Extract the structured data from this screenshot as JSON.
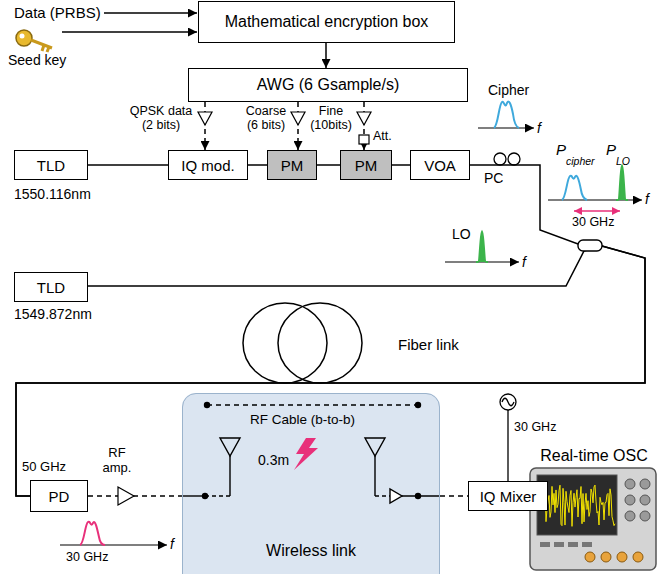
{
  "diagram": {
    "nodes": [
      {
        "text": [
          "Mathematical encryption box"
        ]
      },
      {
        "text": [
          "AWG (6 Gsample/s)"
        ]
      },
      {
        "text": [
          "TLD"
        ]
      },
      {
        "text": [
          "IQ mod."
        ]
      },
      {
        "text": [
          "PM"
        ]
      },
      {
        "text": [
          "PM"
        ]
      },
      {
        "text": [
          "VOA"
        ]
      },
      {
        "text": [
          "TLD"
        ]
      },
      {
        "text": [
          "PD"
        ]
      },
      {
        "text": [
          "Wireless link"
        ]
      },
      {
        "text": [
          "IQ Mixer"
        ]
      },
      {
        "text": [
          "Real-time OSC"
        ]
      }
    ],
    "edges": [
      {
        "from": 0,
        "to": 1,
        "arrow": "to"
      },
      {
        "from": 1,
        "to": 3,
        "label": "QPSK data (2 bits)",
        "arrow": "to"
      },
      {
        "from": 1,
        "to": 4,
        "label": "Coarse (6 bits)",
        "arrow": "to"
      },
      {
        "from": 1,
        "to": 5,
        "label": "Fine (10bits)",
        "arrow": "to"
      },
      {
        "from": 2,
        "to": 3,
        "arrow": "none"
      },
      {
        "from": 3,
        "to": 4,
        "arrow": "none"
      },
      {
        "from": 4,
        "to": 5,
        "arrow": "none"
      },
      {
        "from": 5,
        "to": 6,
        "arrow": "none"
      },
      {
        "from": 6,
        "to": 8,
        "arrow": "none"
      },
      {
        "from": 7,
        "to": 8,
        "arrow": "none"
      },
      {
        "from": 8,
        "to": 9,
        "arrow": "none"
      },
      {
        "from": 9,
        "to": 10,
        "arrow": "none"
      },
      {
        "from": 10,
        "to": 11,
        "arrow": "none"
      }
    ],
    "labels": [
      "Data (PRBS)",
      "Seed key",
      "1550.116nm",
      "1549.872nm",
      "Cipher",
      "f",
      "PC",
      "P",
      "cipher",
      "P",
      "LO",
      "f",
      "30 GHz",
      "LO",
      "f",
      "Att.",
      "Fiber link",
      "50 GHz",
      "RF amp.",
      "RF Cable (b-to-b)",
      "0.3m",
      "30 GHz",
      "f",
      "30 GHz"
    ]
  }
}
